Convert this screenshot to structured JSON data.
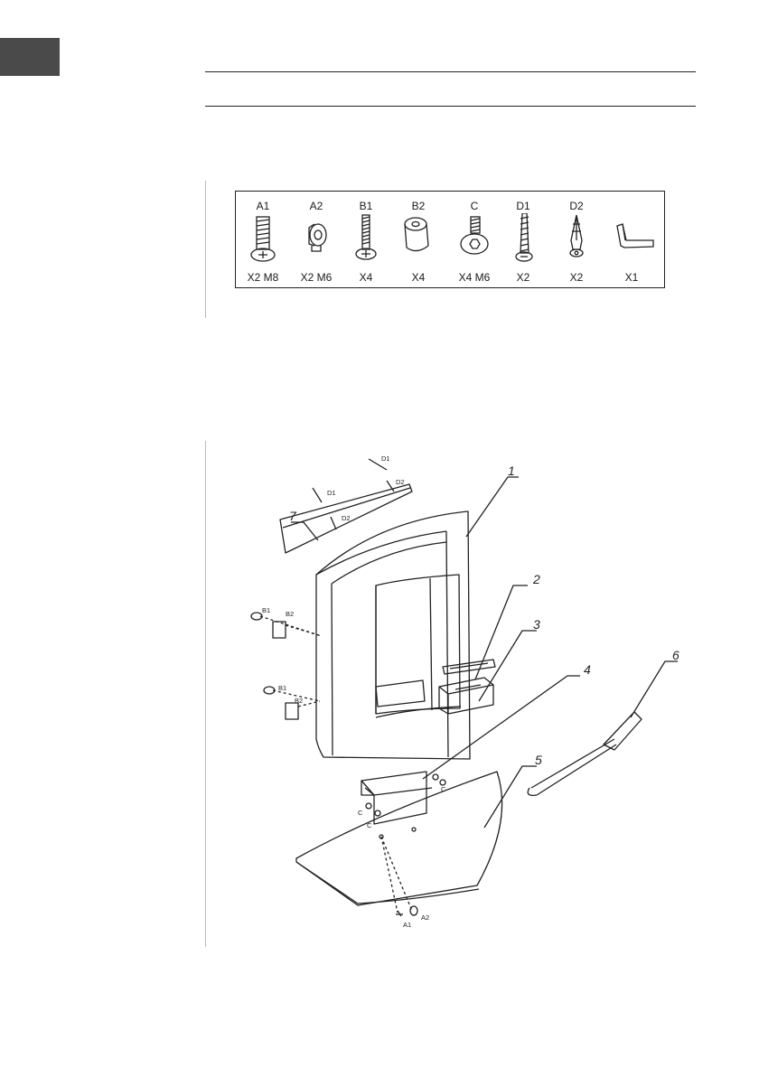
{
  "parts": [
    {
      "code": "A1",
      "qty": "X2 M8",
      "icon": "bolt-icon"
    },
    {
      "code": "A2",
      "qty": "X2 M6",
      "icon": "washer-nut-icon"
    },
    {
      "code": "B1",
      "qty": "X4",
      "icon": "screw-icon"
    },
    {
      "code": "B2",
      "qty": "X4",
      "icon": "spacer-icon"
    },
    {
      "code": "C",
      "qty": "X4 M6",
      "icon": "hex-bolt-icon"
    },
    {
      "code": "D1",
      "qty": "X2",
      "icon": "wood-screw-icon"
    },
    {
      "code": "D2",
      "qty": "X2",
      "icon": "wall-plug-icon"
    },
    {
      "code": "",
      "qty": "X1",
      "icon": "allen-key-icon"
    }
  ],
  "diagram": {
    "callouts": [
      "1",
      "2",
      "3",
      "4",
      "5",
      "6",
      "7"
    ],
    "hardware_labels": {
      "d1_top": "D1",
      "d2_top": "D2",
      "d1_left": "D1",
      "d2_left": "D2",
      "b1_upper": "B1",
      "b2_upper": "B2",
      "b1_lower": "B1",
      "b2_lower": "B2",
      "c_left": "C",
      "c_bottom": "C",
      "c_right": "C",
      "a1": "A1",
      "a2": "A2"
    }
  },
  "colors": {
    "tab": "#4a4a4a",
    "line": "#222222"
  }
}
